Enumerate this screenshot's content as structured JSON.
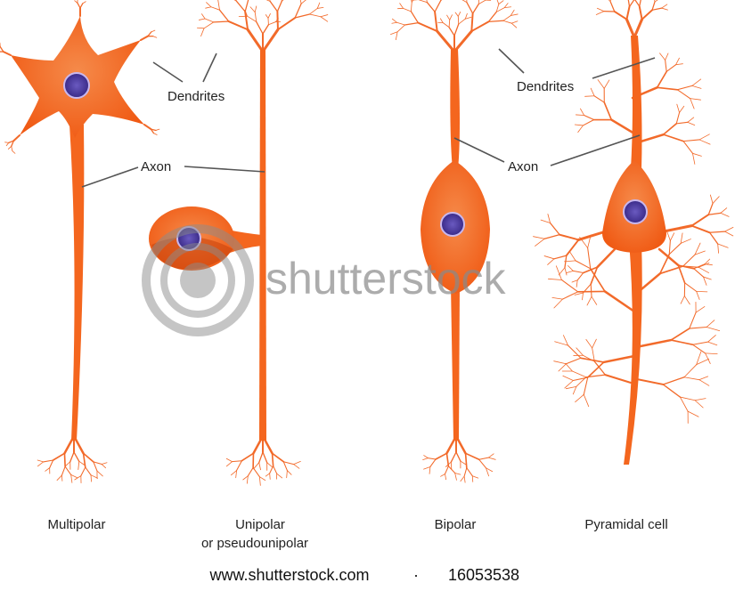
{
  "diagram": {
    "labels": {
      "dendrites_left": "Dendrites",
      "axon_left": "Axon",
      "dendrites_right": "Dendrites",
      "axon_right": "Axon"
    },
    "neurons": [
      {
        "name": "Multipolar"
      },
      {
        "name": "Unipolar",
        "subtitle": "or pseudounipolar"
      },
      {
        "name": "Bipolar"
      },
      {
        "name": "Pyramidal cell"
      }
    ],
    "colors": {
      "cell": "#f4661e",
      "nucleus": "#4b3a9a",
      "background": "#ffffff"
    }
  },
  "watermark": {
    "text": "shutterstock"
  },
  "footer": {
    "site": "www.shutterstock.com",
    "separator": "·",
    "image_id": "16053538"
  }
}
